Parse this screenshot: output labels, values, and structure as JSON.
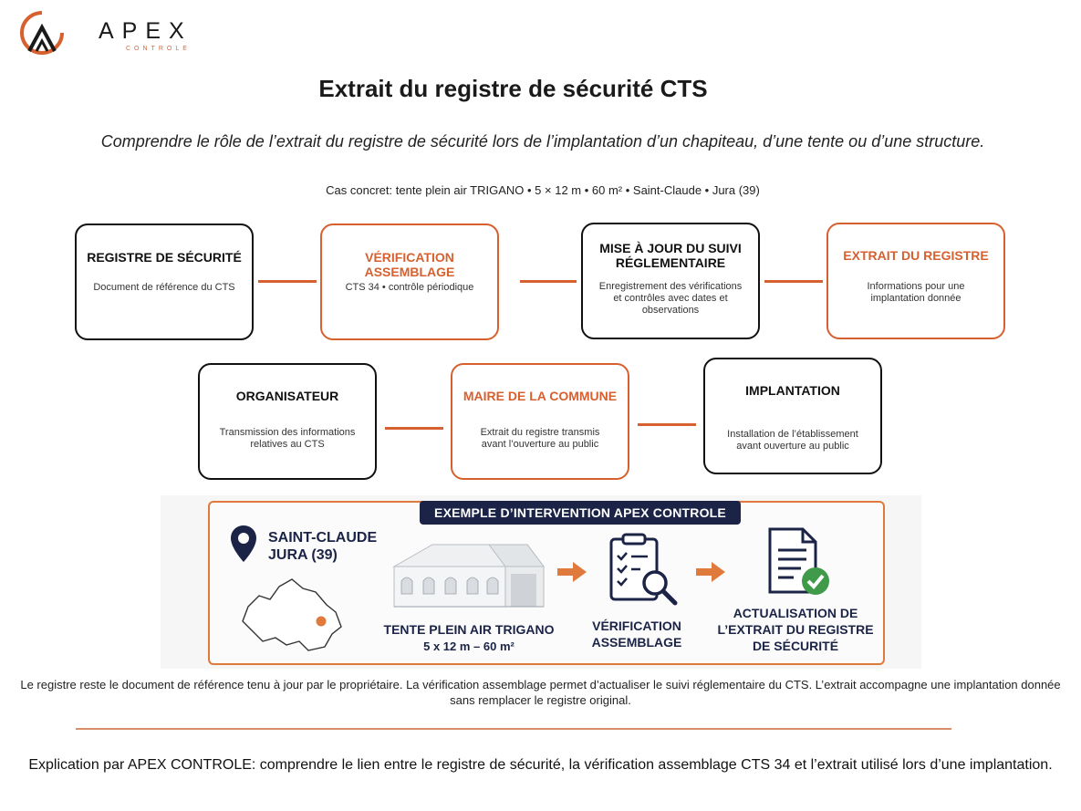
{
  "brand": {
    "name": "APEX",
    "tagline": "CONTROLE",
    "accent": "#d7602f",
    "navy": "#1b2447"
  },
  "header": {
    "title": "Extrait du registre de sécurité CTS",
    "subtitle": "Comprendre le rôle de l’extrait du registre de sécurité lors de l’implantation d’un chapiteau, d’une tente ou d’une structure.",
    "case": "Cas concret: tente plein air TRIGANO • 5 × 12 m • 60 m² • Saint-Claude • Jura (39)"
  },
  "flow_row1": [
    {
      "title": "REGISTRE DE SÉCURITÉ",
      "desc": "Document de référence du CTS"
    },
    {
      "title": "VÉRIFICATION ASSEMBLAGE",
      "desc": "CTS 34 • contrôle périodique"
    },
    {
      "title": "MISE À JOUR DU SUIVI RÉGLEMENTAIRE",
      "desc": "Enregistrement des vérifications et contrôles avec dates et observations"
    },
    {
      "title": "EXTRAIT DU REGISTRE",
      "desc": "Informations pour une implantation donnée"
    }
  ],
  "flow_row2": [
    {
      "title": "ORGANISATEUR",
      "desc": "Transmission des informations relatives au CTS"
    },
    {
      "title": "MAIRE DE LA COMMUNE",
      "desc": "Extrait du registre transmis avant l’ouverture au public"
    },
    {
      "title": "IMPLANTATION",
      "desc": "Installation de l’établissement avant ouverture au public"
    }
  ],
  "example": {
    "banner": "EXEMPLE D’INTERVENTION APEX CONTROLE",
    "location_line1": "SAINT-CLAUDE",
    "location_line2": "JURA (39)",
    "tent_label": "TENTE PLEIN AIR TRIGANO",
    "tent_size": "5 x 12 m – 60 m²",
    "check_line1": "VÉRIFICATION",
    "check_line2": "ASSEMBLAGE",
    "result_line1": "ACTUALISATION DE",
    "result_line2": "L’EXTRAIT DU REGISTRE",
    "result_line3": "DE SÉCURITÉ",
    "icons": [
      "map-pin-icon",
      "jura-map-icon",
      "tent-icon",
      "arrow-right-icon",
      "checklist-magnifier-icon",
      "document-check-icon"
    ]
  },
  "footer": {
    "note": "Le registre reste le document de référence tenu à jour par le propriétaire. La vérification assemblage permet d’actualiser le suivi réglementaire du CTS. L’extrait accompagne une implantation donnée sans remplacer le registre original.",
    "explain": "Explication par APEX CONTROLE: comprendre le lien entre le registre de sécurité, la vérification assemblage CTS 34 et l’extrait utilisé lors d’une implantation."
  }
}
